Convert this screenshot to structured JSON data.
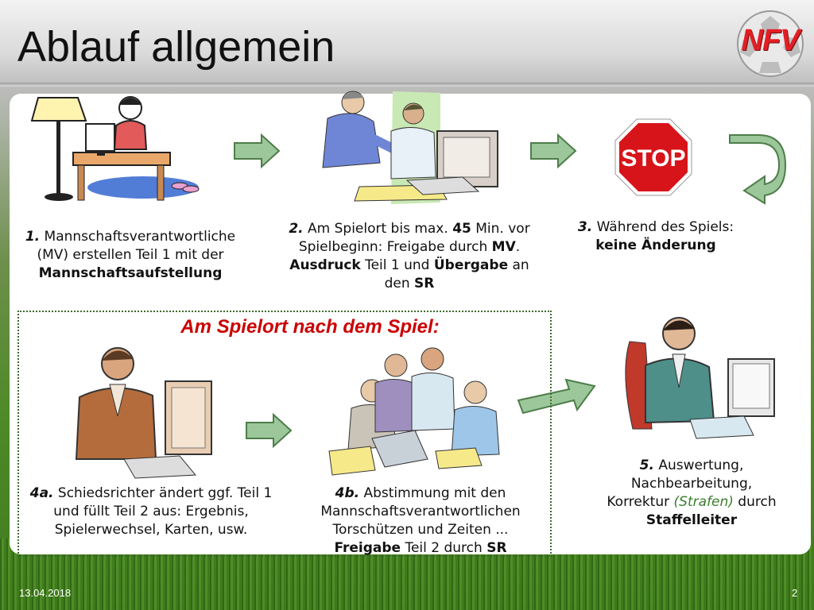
{
  "title": "Ablauf allgemein",
  "logo": {
    "text": "NFV"
  },
  "steps": {
    "s1": {
      "num": "1.",
      "text": " Mannschaftsverantwortliche (MV) erstellen Teil 1 mit der ",
      "bold": "Mannschaftsaufstellung"
    },
    "s2": {
      "num": "2.",
      "t1": " Am Spielort bis max. ",
      "b1": "45",
      "t2": " Min. vor Spielbeginn: Freigabe durch ",
      "b2": "MV",
      "t3": ". ",
      "b3": "Ausdruck",
      "t4": " Teil 1 und ",
      "b4": "Übergabe",
      "t5": " an den ",
      "b5": "SR"
    },
    "s3": {
      "num": "3.",
      "text": " Während des Spiels:",
      "bold": "keine Änderung"
    },
    "s4a": {
      "num": "4a.",
      "text": " Schiedsrichter ändert ggf. Teil 1 und füllt Teil 2 aus: Ergebnis, Spielerwechsel, Karten, usw."
    },
    "s4b": {
      "num": "4b.",
      "text": " Abstimmung mit den Mannschaftsverantwortlichen Torschützen und Zeiten ...",
      "b1": "Freigabe",
      "t2": " Teil 2 durch ",
      "b2": "SR"
    },
    "s5": {
      "num": "5.",
      "t1": " Auswertung, Nachbearbeitung, Korrektur ",
      "italic": "(Strafen)",
      "t2": " durch ",
      "bold": "Staffelleiter"
    }
  },
  "stop_sign": "STOP",
  "section_heading": "Am Spielort nach dem Spiel:",
  "footer": {
    "date": "13.04.2018",
    "page": "2"
  },
  "colors": {
    "arrow_fill": "#9cc79a",
    "arrow_stroke": "#4e7d4a",
    "heading_red": "#cc0000",
    "stop_red": "#d7141a",
    "logo_red": "#e31e24",
    "italic_green": "#3a7d2c"
  },
  "icons": [
    "desk-lamp-person-icon",
    "office-meeting-icon",
    "stop-sign-icon",
    "u-turn-arrow-icon",
    "referee-computer-icon",
    "group-laptop-icon",
    "staffelleiter-computer-icon"
  ]
}
